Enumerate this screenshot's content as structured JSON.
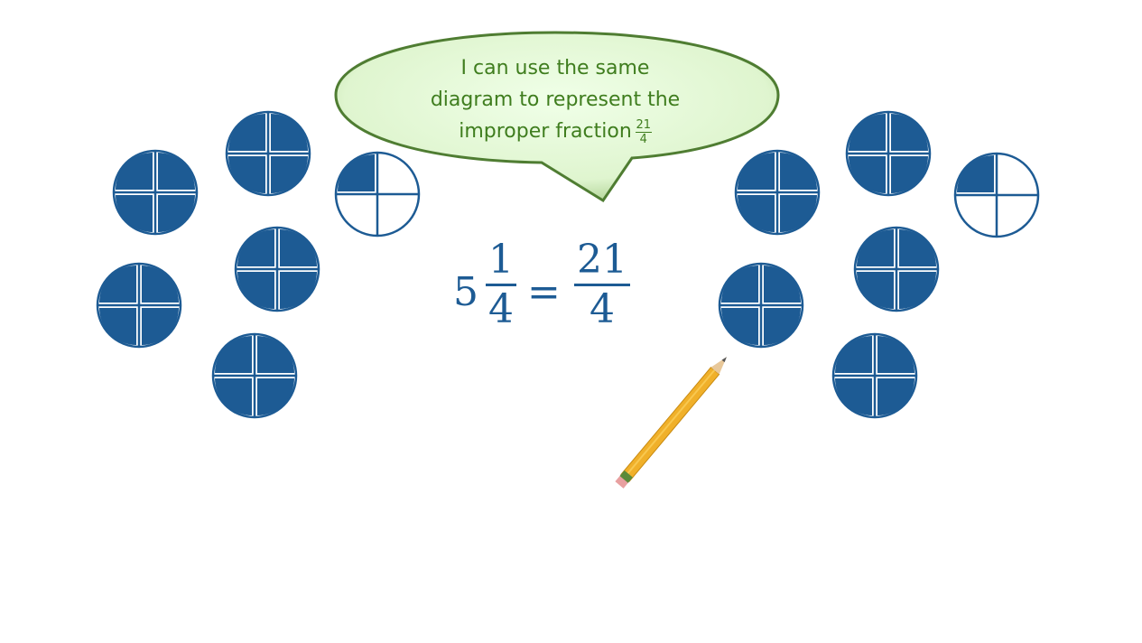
{
  "speech_bubble": {
    "line1": "I can use the same",
    "line2": "diagram to represent the",
    "line3": "improper fraction",
    "fraction": {
      "numerator": "21",
      "denominator": "4"
    }
  },
  "equation": {
    "whole": "5",
    "mixed_numerator": "1",
    "mixed_denominator": "4",
    "equals": "=",
    "improper_numerator": "21",
    "improper_denominator": "4"
  },
  "left_group": {
    "filled_quarters": [
      4,
      4,
      1,
      4,
      4,
      4
    ]
  },
  "right_group": {
    "filled_quarters": [
      4,
      4,
      1,
      4,
      4,
      4
    ]
  },
  "colors": {
    "fill": "#1d5b94",
    "bubble": "#e4f8d8",
    "bubble_border": "#4f7d32",
    "text": "#3f7d1e"
  }
}
